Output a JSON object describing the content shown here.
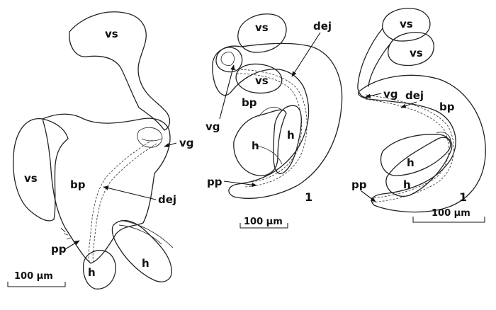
{
  "labels": {
    "vs": "vs",
    "vg": "vg",
    "dej": "dej",
    "bp": "bp",
    "pp": "pp",
    "h": "h"
  },
  "figure_number": "1",
  "scale_bar_label": "100 μm",
  "colors": {
    "ink": "#111111",
    "background": "#ffffff"
  }
}
